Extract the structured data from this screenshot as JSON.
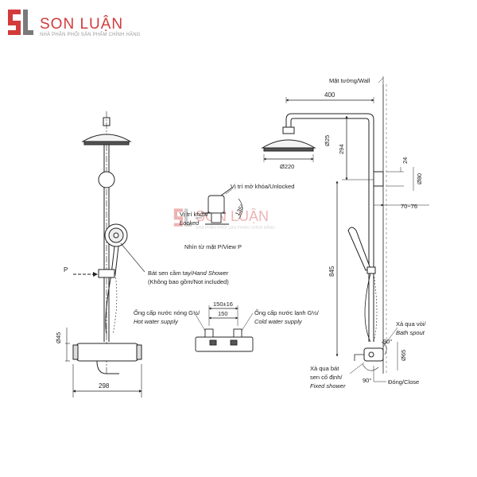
{
  "brand": {
    "name": "SON LUẬN",
    "tagline": "NHÀ PHÂN PHỐI SẢN PHẨM CHÍNH HÃNG",
    "color": "#d23b3b"
  },
  "front_view": {
    "label_p": "P",
    "hand_shower_vi": "Bát sen cầm tay/",
    "hand_shower_en": "Hand Shower",
    "not_included": "(Không bao gồm/Not included)",
    "dim_45": "Ø45",
    "dim_298": "298"
  },
  "detail_p": {
    "unlocked": "Vị trí mở khóa/Unlocked",
    "locked_1": "Vị trí khóa/",
    "locked_2": "Locked",
    "angle": "135°",
    "view": "Nhìn từ mặt P/View P"
  },
  "bottom_view": {
    "hot_vi": "Ống cấp nước nóng G½/",
    "hot_en": "Hot water supply",
    "cold_vi": "Ống cấp nước lạnh G½/",
    "cold_en": "Cold water supply",
    "dim_150_16": "150±16",
    "dim_150": "150"
  },
  "side_view": {
    "wall": "Mặt tường/Wall",
    "dim_400": "400",
    "dim_25": "Ø25",
    "dim_294": "294",
    "dim_220": "Ø220",
    "dim_24": "24",
    "dim_80": "Ø80",
    "dim_70_76": "70~76",
    "dim_845": "845",
    "bath_spout_vi": "Xả qua vòi/",
    "bath_spout_en": "Bath spout",
    "angle_90_top": "90°",
    "dim_65": "Ø65",
    "fixed_vi_1": "Xả qua bát",
    "fixed_vi_2": "sen cố định/",
    "fixed_en": "Fixed shower",
    "angle_90_bottom": "90°",
    "close": "Đóng/Close"
  }
}
